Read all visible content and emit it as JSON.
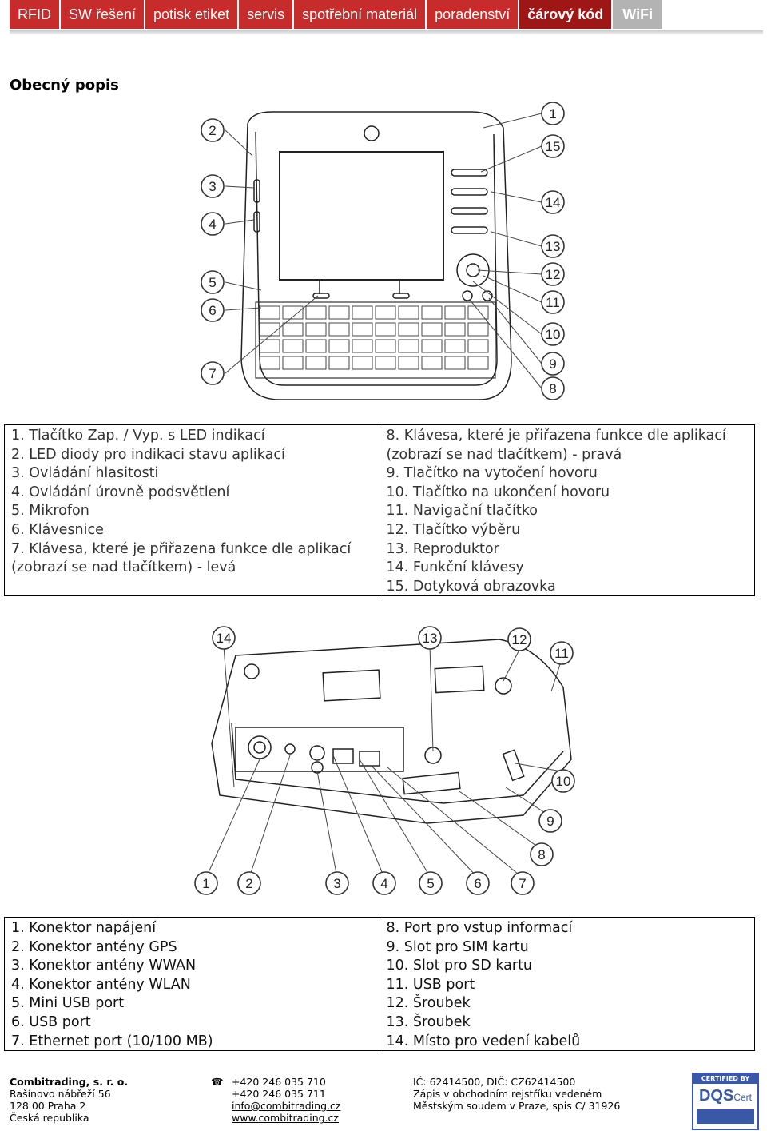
{
  "nav": {
    "items": [
      "RFID",
      "SW řešení",
      "potisk etiket",
      "servis",
      "spotřební materiál",
      "poradenství",
      "čárový kód",
      "WiFi"
    ]
  },
  "page_title": "Obecný popis",
  "figure1_callouts": [
    "1",
    "2",
    "3",
    "4",
    "5",
    "6",
    "7",
    "8",
    "9",
    "10",
    "11",
    "12",
    "13",
    "14",
    "15"
  ],
  "list1": {
    "left": [
      "1. Tlačítko Zap. / Vyp. s LED indikací",
      "2. LED diody pro indikaci stavu aplikací",
      "3. Ovládání hlasitosti",
      "4. Ovládání úrovně podsvětlení",
      "5. Mikrofon",
      "6. Klávesnice",
      "7. Klávesa, které je přiřazena funkce dle aplikací",
      "(zobrazí se nad tlačítkem) - levá"
    ],
    "right": [
      "8. Klávesa, které je přiřazena funkce dle aplikací",
      "(zobrazí se nad tlačítkem) - pravá",
      "9. Tlačítko na vytočení hovoru",
      "10. Tlačítko na ukončení hovoru",
      "11. Navigační tlačítko",
      "12. Tlačítko výběru",
      "13. Reproduktor",
      "14. Funkční klávesy",
      "15. Dotyková obrazovka"
    ]
  },
  "figure2_callouts": [
    "1",
    "2",
    "3",
    "4",
    "5",
    "6",
    "7",
    "8",
    "9",
    "10",
    "11",
    "12",
    "13",
    "14"
  ],
  "list2": {
    "left": [
      "1. Konektor napájení",
      "2. Konektor antény GPS",
      "3. Konektor antény WWAN",
      "4. Konektor antény WLAN",
      "5. Mini USB port",
      "6. USB port",
      "7. Ethernet port (10/100 MB)"
    ],
    "right": [
      "8. Port pro vstup informací",
      "9. Slot pro SIM kartu",
      "10. Slot pro SD kartu",
      "11. USB port",
      "12. Šroubek",
      "13. Šroubek",
      "14. Místo pro vedení kabelů"
    ]
  },
  "footer": {
    "company": "Combitrading, s. r. o.",
    "address": [
      "Rašínovo nábřeží 56",
      "128 00  Praha 2",
      "Česká republika"
    ],
    "phone1": "+420 246 035 710",
    "phone2": "+420 246 035 711",
    "email": "info@combitrading.cz",
    "web": "www.combitrading.cz",
    "ids": "IČ: 62414500, DIČ: CZ62414500",
    "registry1": "Zápis v obchodním rejstříku vedeném",
    "registry2": "Městským soudem v Praze, spis C/ 31926",
    "cert_top": "CERTIFIED BY",
    "cert_brand": "DQS",
    "cert_sub": "Cert"
  }
}
